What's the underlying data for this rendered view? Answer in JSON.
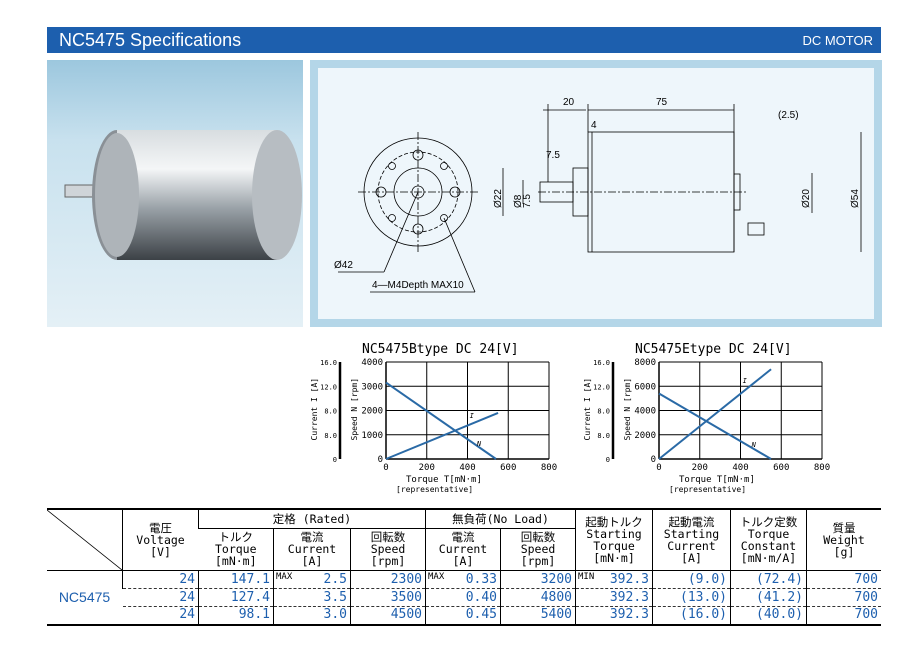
{
  "header": {
    "title": "NC5475 Specifications",
    "category": "DC MOTOR"
  },
  "drawing": {
    "dims": {
      "front_dia": "Ø42",
      "tap": "4—M4Depth MAX10",
      "d20": "20",
      "d75": "75",
      "d4": "4",
      "d25": "(2.5)",
      "d75s": "7.5",
      "d75v": "7.5",
      "d22": "Ø22",
      "d8": "Ø8",
      "d20dia": "Ø20",
      "d54": "Ø54"
    }
  },
  "colors": {
    "accent": "#1d5fae",
    "line": "#2a6aa6"
  },
  "chart_data": [
    {
      "type": "line",
      "title": "NC5475Btype DC 24[V]",
      "xlabel": "Torque T[mN·m]",
      "note": "[representative]",
      "ylabel": "Speed N [rpm]",
      "y2label": "Current I [A]",
      "xlim": [
        0,
        800
      ],
      "ylim": [
        0,
        4000
      ],
      "xticks": [
        "0",
        "200",
        "400",
        "600",
        "800"
      ],
      "yticks": [
        "0",
        "1000",
        "2000",
        "3000",
        "4000"
      ],
      "y2ticks": [
        "0",
        "8.0",
        "8.0",
        "12.0",
        "16.0"
      ],
      "series": [
        {
          "name": "N",
          "x": [
            0,
            540
          ],
          "y": [
            3150,
            0
          ]
        },
        {
          "name": "I",
          "x": [
            0,
            550
          ],
          "y": [
            0,
            1900
          ]
        }
      ]
    },
    {
      "type": "line",
      "title": "NC5475Etype DC 24[V]",
      "xlabel": "Torque T[mN·m]",
      "note": "[representative]",
      "ylabel": "Speed N [rpm]",
      "y2label": "Current I [A]",
      "xlim": [
        0,
        800
      ],
      "ylim": [
        0,
        8000
      ],
      "xticks": [
        "0",
        "200",
        "400",
        "600",
        "800"
      ],
      "yticks": [
        "0",
        "2000",
        "4000",
        "6000",
        "8000"
      ],
      "y2ticks": [
        "0",
        "8.0",
        "8.0",
        "12.0",
        "16.0"
      ],
      "series": [
        {
          "name": "N",
          "x": [
            0,
            550
          ],
          "y": [
            5400,
            0
          ]
        },
        {
          "name": "I",
          "x": [
            0,
            550
          ],
          "y": [
            0,
            7400
          ]
        }
      ]
    }
  ],
  "table": {
    "group_rated": "定格 (Rated)",
    "group_noload": "無負荷(No Load)",
    "cols": [
      [
        "電圧",
        "Voltage",
        "[V]"
      ],
      [
        "トルク",
        "Torque",
        "[mN·m]"
      ],
      [
        "電流",
        "Current",
        "[A]"
      ],
      [
        "回転数",
        "Speed",
        "[rpm]"
      ],
      [
        "電流",
        "Current",
        "[A]"
      ],
      [
        "回転数",
        "Speed",
        "[rpm]"
      ],
      [
        "起動トルク",
        "Starting",
        "Torque",
        "[mN·m]"
      ],
      [
        "起動電流",
        "Starting",
        "Current",
        "[A]"
      ],
      [
        "トルク定数",
        "Torque",
        "Constant",
        "[mN·m/A]"
      ],
      [
        "質量",
        "Weight",
        "[g]"
      ]
    ],
    "model": "NC5475",
    "max": "MAX",
    "min": "MIN",
    "rows": [
      [
        "24",
        "147.1",
        "2.5",
        "2300",
        "0.33",
        "3200",
        "392.3",
        "(9.0)",
        "(72.4)",
        "700"
      ],
      [
        "24",
        "127.4",
        "3.5",
        "3500",
        "0.40",
        "4800",
        "392.3",
        "(13.0)",
        "(41.2)",
        "700"
      ],
      [
        "24",
        "98.1",
        "3.0",
        "4500",
        "0.45",
        "5400",
        "392.3",
        "(16.0)",
        "(40.0)",
        "700"
      ]
    ]
  }
}
